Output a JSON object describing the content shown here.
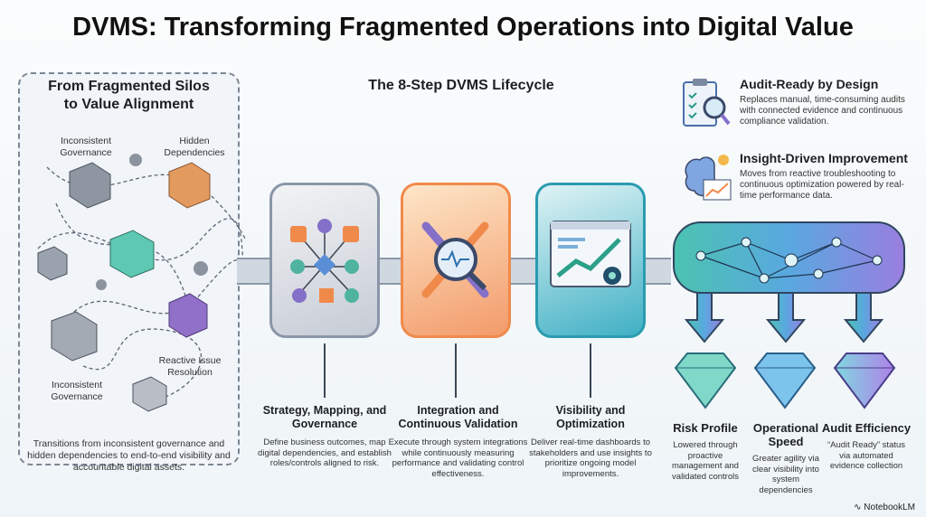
{
  "title": "DVMS: Transforming Fragmented Operations into Digital Value",
  "left_panel": {
    "heading_line1": "From Fragmented Silos",
    "heading_line2": "to Value Alignment",
    "labels": [
      "Inconsistent Governance",
      "Hidden Dependencies",
      "Reactive Issue Resolution",
      "Inconsistent Governance"
    ],
    "description": "Transitions from inconsistent governance and hidden dependencies to end-to-end visibility and accountable digital assets."
  },
  "lifecycle": {
    "title": "The 8-Step DVMS Lifecycle",
    "steps": [
      {
        "title": "Strategy, Mapping, and Governance",
        "description": "Define business outcomes, map digital dependencies, and establish roles/controls aligned to risk.",
        "color": "#8a96a8"
      },
      {
        "title": "Integration and Continuous Validation",
        "description": "Execute through system integrations while continuously measuring performance and validating control effectiveness.",
        "color": "#f08a4b"
      },
      {
        "title": "Visibility and Optimization",
        "description": "Deliver real-time dashboards to stakeholders and use insights to prioritize ongoing model improvements.",
        "color": "#2a9bb0"
      }
    ]
  },
  "benefits": [
    {
      "title": "Audit-Ready by Design",
      "description": "Replaces manual, time-consuming audits with connected evidence and continuous compliance validation.",
      "icon": "clipboard-magnifier-icon"
    },
    {
      "title": "Insight-Driven Improvement",
      "description": "Moves from reactive troubleshooting to continuous optimization powered by real-time performance data.",
      "icon": "brain-chart-icon"
    }
  ],
  "values": [
    {
      "title": "Risk Profile",
      "description": "Lowered through proactive management and validated controls",
      "color": "#5cc9b5"
    },
    {
      "title": "Operational Speed",
      "description": "Greater agility via clear visibility into system dependencies",
      "color": "#5ab0e0"
    },
    {
      "title": "Audit Efficiency",
      "description": "“Audit Ready” status via automated evidence collection",
      "color": "#a77ee0"
    }
  ],
  "brand": "NotebookLM"
}
